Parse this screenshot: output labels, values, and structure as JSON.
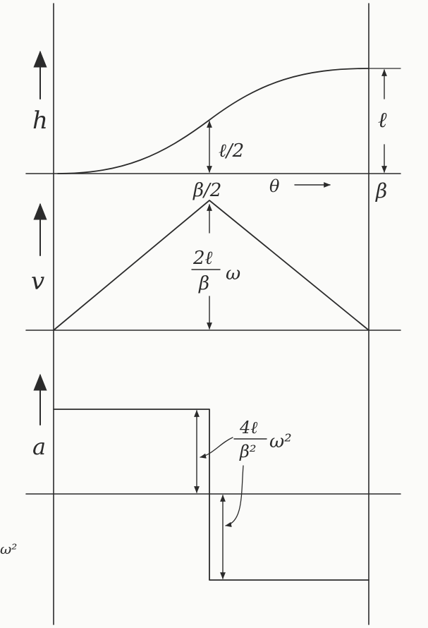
{
  "colors": {
    "ink": "#2b2b2b",
    "paper": "#fbfbf9"
  },
  "labels": {
    "h_axis": "h",
    "v_axis": "v",
    "a_axis": "a",
    "theta_axis": "θ",
    "beta_half": "β/2",
    "beta": "β",
    "lift": "ℓ",
    "half_lift": "ℓ/2",
    "v_peak_num": "2ℓ",
    "v_peak_den": "β",
    "v_peak_omega": "ω",
    "a_peak_num": "4ℓ",
    "a_peak_den": "β²",
    "a_peak_omega": "ω²",
    "edge_fragment": "ω²"
  },
  "chart_data": [
    {
      "type": "line",
      "quantity": "displacement",
      "ylabel": "h",
      "xlabel": "θ",
      "x_ticks": [
        "β/2",
        "β"
      ],
      "shape": "smooth S-curve rising from 0 to ℓ over 0..β, passing ℓ/2 at β/2",
      "annotations": [
        "ℓ/2",
        "ℓ"
      ]
    },
    {
      "type": "line",
      "quantity": "velocity",
      "ylabel": "v",
      "shape": "triangle rising linearly from 0 to peak at β/2, falling linearly to 0 at β",
      "annotations": [
        "2ℓ/β ω"
      ]
    },
    {
      "type": "line",
      "quantity": "acceleration",
      "ylabel": "a",
      "shape": "constant +4ℓ/β² ω² from 0 to β/2, step to constant −4ℓ/β² ω² from β/2 to β",
      "annotations": [
        "4ℓ/β² ω²"
      ]
    }
  ]
}
